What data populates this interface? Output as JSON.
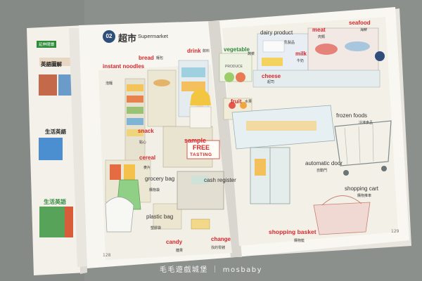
{
  "page": {
    "chapter": "02",
    "title_zh": "超市",
    "title_en": "Supermarket",
    "page_left": "128",
    "page_right": "129",
    "produce_sign": "PRODUCE",
    "free_sign": "FREE",
    "tasting_sign": "TASTING"
  },
  "vocab": {
    "instant_noodles": {
      "en": "instant noodles",
      "zh": "泡麵"
    },
    "bread": {
      "en": "bread",
      "zh": "麵包"
    },
    "drink": {
      "en": "drink",
      "zh": "飲料"
    },
    "vegetable": {
      "en": "vegetable",
      "zh": "蔬菜"
    },
    "dairy_product": {
      "en": "dairy product",
      "zh": "乳製品"
    },
    "meat": {
      "en": "meat",
      "zh": "肉類"
    },
    "seafood": {
      "en": "seafood",
      "zh": "海鮮"
    },
    "milk": {
      "en": "milk",
      "zh": "牛奶"
    },
    "cheese": {
      "en": "cheese",
      "zh": "起司"
    },
    "fruit": {
      "en": "fruit",
      "zh": "水果"
    },
    "snack": {
      "en": "snack",
      "zh": "點心"
    },
    "sample": {
      "en": "sample",
      "zh": ""
    },
    "frozen_foods": {
      "en": "frozen foods",
      "zh": "冷凍食品"
    },
    "cereal": {
      "en": "cereal",
      "zh": "麥片"
    },
    "grocery_bag": {
      "en": "grocery bag",
      "zh": "購物袋"
    },
    "cash_register": {
      "en": "cash register",
      "zh": ""
    },
    "automatic_door": {
      "en": "automatic door",
      "zh": "自動門"
    },
    "shopping_cart": {
      "en": "shopping cart",
      "zh": "購物推車"
    },
    "plastic_bag": {
      "en": "plastic bag",
      "zh": "塑膠袋"
    },
    "candy": {
      "en": "candy",
      "zh": "糖果"
    },
    "change": {
      "en": "change",
      "zh": "找的零錢"
    },
    "shopping_basket": {
      "en": "shopping basket",
      "zh": "購物籃"
    }
  },
  "side_book": {
    "tag": "延伸閱讀",
    "title_1": "英語圖解",
    "title_2": "生活英語",
    "title_3": "生活英語"
  },
  "watermark": "毛毛遊戲城堡 ｜ mosbaby"
}
